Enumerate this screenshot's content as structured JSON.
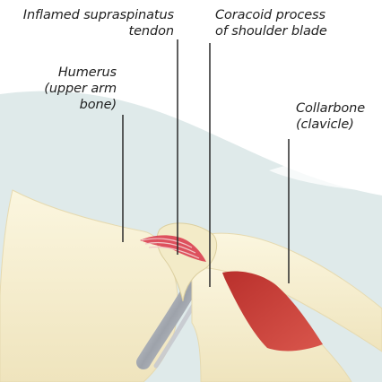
{
  "labels": {
    "tendon": [
      "Inflamed supraspinatus",
      "tendon"
    ],
    "coracoid": [
      "Coracoid process",
      "of shoulder blade"
    ],
    "humerus": [
      "Humerus",
      "(upper arm",
      "bone)"
    ],
    "collarbone": [
      "Collarbone",
      "(clavicle)"
    ]
  },
  "colors": {
    "background_tint": "#dfeaea",
    "bone": "#f6efcf",
    "bone_shade": "#e8ddb3",
    "cartilage": "#b8bcc3",
    "tendon": "#d8354a",
    "muscle": "#c8403b",
    "leader_line": "#2a2a2a"
  }
}
